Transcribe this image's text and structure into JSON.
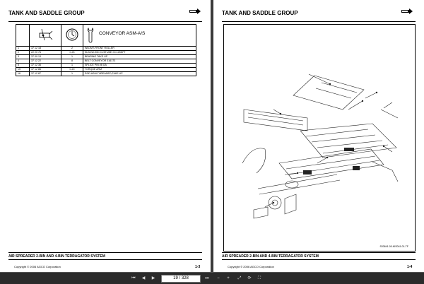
{
  "left_page": {
    "header": "TANK AND SADDLE GROUP",
    "assembly_title": "CONVEYOR ASM-A/S",
    "parts": [
      {
        "item": "1",
        "part": "37 12 18",
        "qty": "2",
        "desc": "WLDMT-FRONT ROLLER"
      },
      {
        "item": "2",
        "part": "22 20 76",
        "qty": "0.25",
        "desc": "ELBOW-90D 0.25TUBE X0.125NPT"
      },
      {
        "item": "3",
        "part": "37 09 13",
        "qty": "1",
        "desc": "BEARING TAKE UP"
      },
      {
        "item": "4",
        "part": "37 12 22",
        "qty": "8",
        "desc": "BELT CONVEYOR 316173"
      },
      {
        "item": "5",
        "part": "37 12 36",
        "qty": "1",
        "desc": "SPLICE PIN #8 GA"
      },
      {
        "item": "15",
        "part": "37 12 86",
        "qty": "0.20",
        "desc": "TORQUE ARM"
      },
      {
        "item": "16",
        "part": "37 12 87",
        "qty": "1",
        "desc": "ROD ASM-THREADED,TAKE UP"
      }
    ],
    "footer_title": "AIR SPREADER 2-BIN AND 4-BIN TERRAGATOR SYSTEM",
    "copyright": "Copyright © 2006 AGCO Corporation",
    "page_number": "1-3"
  },
  "right_page": {
    "header": "TANK AND SADDLE GROUP",
    "figure_id": "S03641-00-M/2041-01-TF",
    "footer_title": "AIR SPREADER 2-BIN AND 4-BIN TERRAGATOR SYSTEM",
    "copyright": "Copyright © 2006 AGCO Corporation",
    "page_number": "1-4"
  },
  "toolbar": {
    "page_current": "19",
    "page_total": "328",
    "page_display": "19 / 328"
  }
}
